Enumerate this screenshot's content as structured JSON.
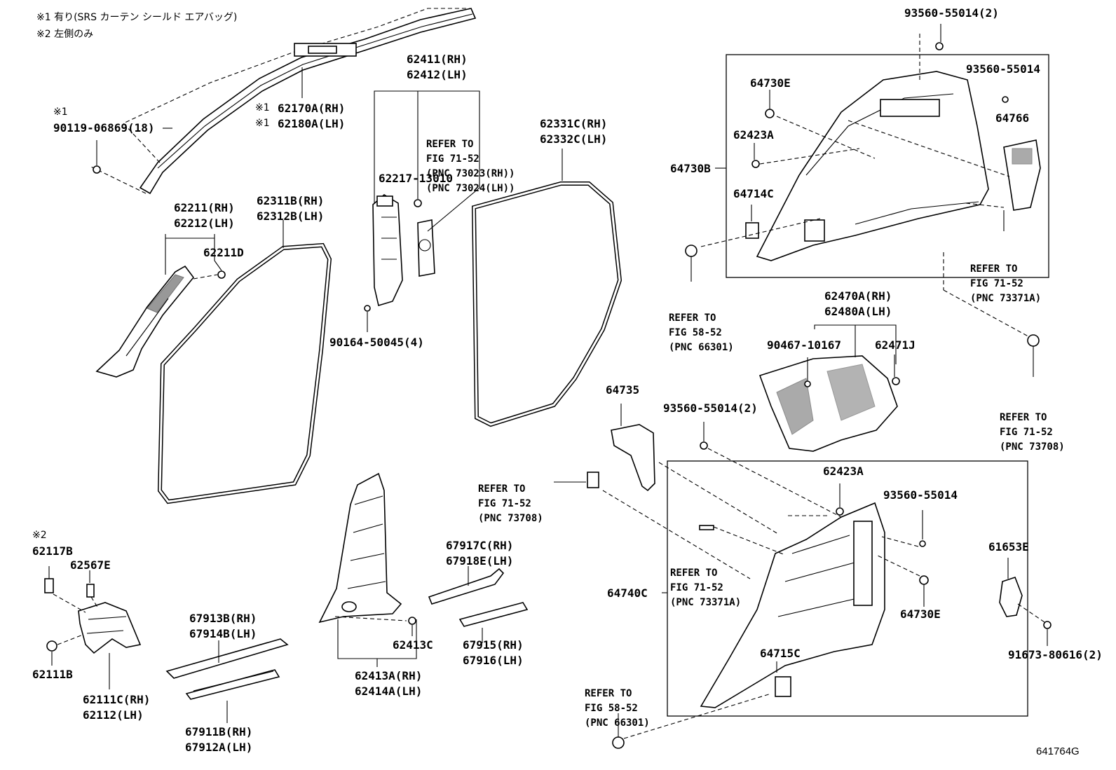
{
  "notes": {
    "note1": "※1 有り(SRS カーテン シールド エアバッグ)",
    "note2": "※2 左側のみ"
  },
  "marks": {
    "m1": "※1",
    "m2": "※1",
    "m3": "※1",
    "m4": "※2"
  },
  "labels": {
    "p90119": "90119-06869(18)",
    "p62170": "62170A(RH)",
    "p62180": "62180A(LH)",
    "p62411": "62411(RH)",
    "p62412": "62412(LH)",
    "p62217": "62217-13010",
    "p90164": "90164-50045(4)",
    "p62211rh": "62211(RH)",
    "p62212": "62212(LH)",
    "p62211d": "62211D",
    "p62311b": "62311B(RH)",
    "p62312b": "62312B(LH)",
    "p62331c": "62331C(RH)",
    "p62332c": "62332C(LH)",
    "p93560_top": "93560-55014(2)",
    "p93560_box": "93560-55014",
    "p64730e_top": "64730E",
    "p62423a_top": "62423A",
    "p64766": "64766",
    "p64730b": "64730B",
    "p64714c": "64714C",
    "p62470a": "62470A(RH)",
    "p62480a": "62480A(LH)",
    "p90467": "90467-10167",
    "p62471j": "62471J",
    "p64735": "64735",
    "p93560_mid": "93560-55014(2)",
    "p62423a_low": "62423A",
    "p93560_low": "93560-55014",
    "p64740c": "64740C",
    "p64730e_low": "64730E",
    "p64715c": "64715C",
    "p61653e": "61653E",
    "p91673": "91673-80616(2)",
    "p62117b": "62117B",
    "p62567e": "62567E",
    "p62111b": "62111B",
    "p62111c": "62111C(RH)",
    "p62112": "62112(LH)",
    "p67913b": "67913B(RH)",
    "p67914b": "67914B(LH)",
    "p67911b": "67911B(RH)",
    "p67912a": "67912A(LH)",
    "p62413a": "62413A(RH)",
    "p62414a": "62414A(LH)",
    "p62413c": "62413C",
    "p67917c": "67917C(RH)",
    "p67918e": "67918E(LH)",
    "p67915": "67915(RH)",
    "p67916": "67916(LH)"
  },
  "refs": {
    "r1": [
      "REFER TO",
      "FIG 71-52",
      "(PNC 73023(RH))",
      "(PNC 73024(LH))"
    ],
    "r2": [
      "REFER TO",
      "FIG 71-52",
      "(PNC 73371A)"
    ],
    "r3": [
      "REFER TO",
      "FIG 58-52",
      "(PNC 66301)"
    ],
    "r4": [
      "REFER TO",
      "FIG 71-52",
      "(PNC 73708)"
    ],
    "r5": [
      "REFER TO",
      "FIG 71-52",
      "(PNC 73708)"
    ],
    "r6": [
      "REFER TO",
      "FIG 71-52",
      "(PNC 73371A)"
    ],
    "r7": [
      "REFER TO",
      "FIG 58-52",
      "(PNC 66301)"
    ]
  },
  "figure_id": "641764G"
}
